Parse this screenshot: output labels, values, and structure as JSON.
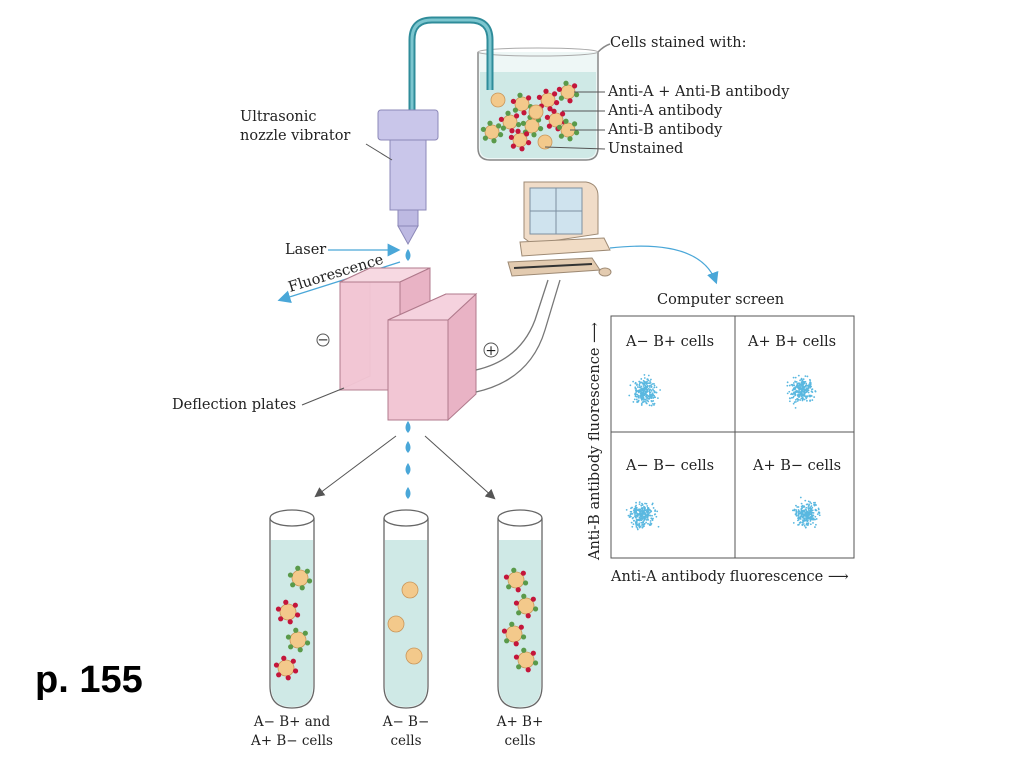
{
  "page_number": "p. 155",
  "beaker": {
    "title": "Cells stained with:",
    "legend": [
      "Anti-A + Anti-B antibody",
      "Anti-A antibody",
      "Anti-B antibody",
      "Unstained"
    ]
  },
  "nozzle_label": [
    "Ultrasonic",
    "nozzle vibrator"
  ],
  "laser_label": "Laser",
  "fluorescence_label": "Fluorescence",
  "plates": {
    "label": "Deflection plates",
    "negative": "−",
    "positive": "+"
  },
  "computer_screen": {
    "title": "Computer screen",
    "x_label": "Anti-A antibody fluorescence ⟶",
    "y_label": "Anti-B antibody fluorescence ⟶",
    "quadrants": {
      "top_left": "A− B+ cells",
      "top_right": "A+ B+ cells",
      "bottom_left": "A− B− cells",
      "bottom_right": "A+ B− cells"
    }
  },
  "tubes": [
    {
      "line1": "A− B+ and",
      "line2": "A+ B− cells"
    },
    {
      "line1": "A− B−",
      "line2": "cells"
    },
    {
      "line1": "A+ B+",
      "line2": "cells"
    }
  ],
  "colors": {
    "cell_body": "#f3c98b",
    "anti_a_tag": "#c4163b",
    "anti_b_tag": "#5a9a4a",
    "liquid": "#cfe9e6",
    "plate": "#f2c6d4",
    "nozzle": "#c9c6ea",
    "scatter": "#5ab8e0",
    "arrow_blue": "#4aa7d8"
  }
}
